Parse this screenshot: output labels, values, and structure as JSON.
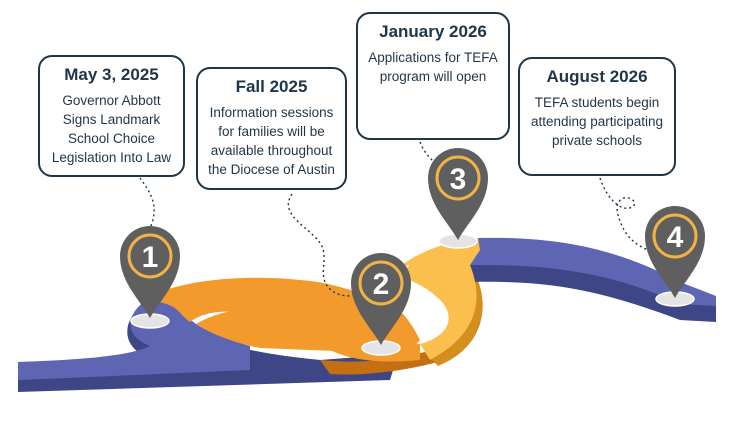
{
  "milestones": [
    {
      "number": "1",
      "date": "May 3, 2025",
      "description": "Governor Abbott Signs Landmark School Choice Legislation Into Law"
    },
    {
      "number": "2",
      "date": "Fall 2025",
      "description": "Information sessions for families will be available throughout the Diocese of Austin"
    },
    {
      "number": "3",
      "date": "January 2026",
      "description": "Applications for TEFA program will open"
    },
    {
      "number": "4",
      "date": "August 2026",
      "description": "TEFA students begin attending participating private schools"
    }
  ],
  "colors": {
    "road_blue": "#5e66b4",
    "road_blue_side": "#3f4686",
    "road_orange": "#f39a2c",
    "road_orange_side": "#c46f12",
    "road_yellow": "#fbbf4e",
    "road_yellow_side": "#d28f1e",
    "pin": "#5f5f5f",
    "pin_ring": "#f2b344",
    "callout_border": "#1f3548",
    "text": "#1f3548"
  }
}
